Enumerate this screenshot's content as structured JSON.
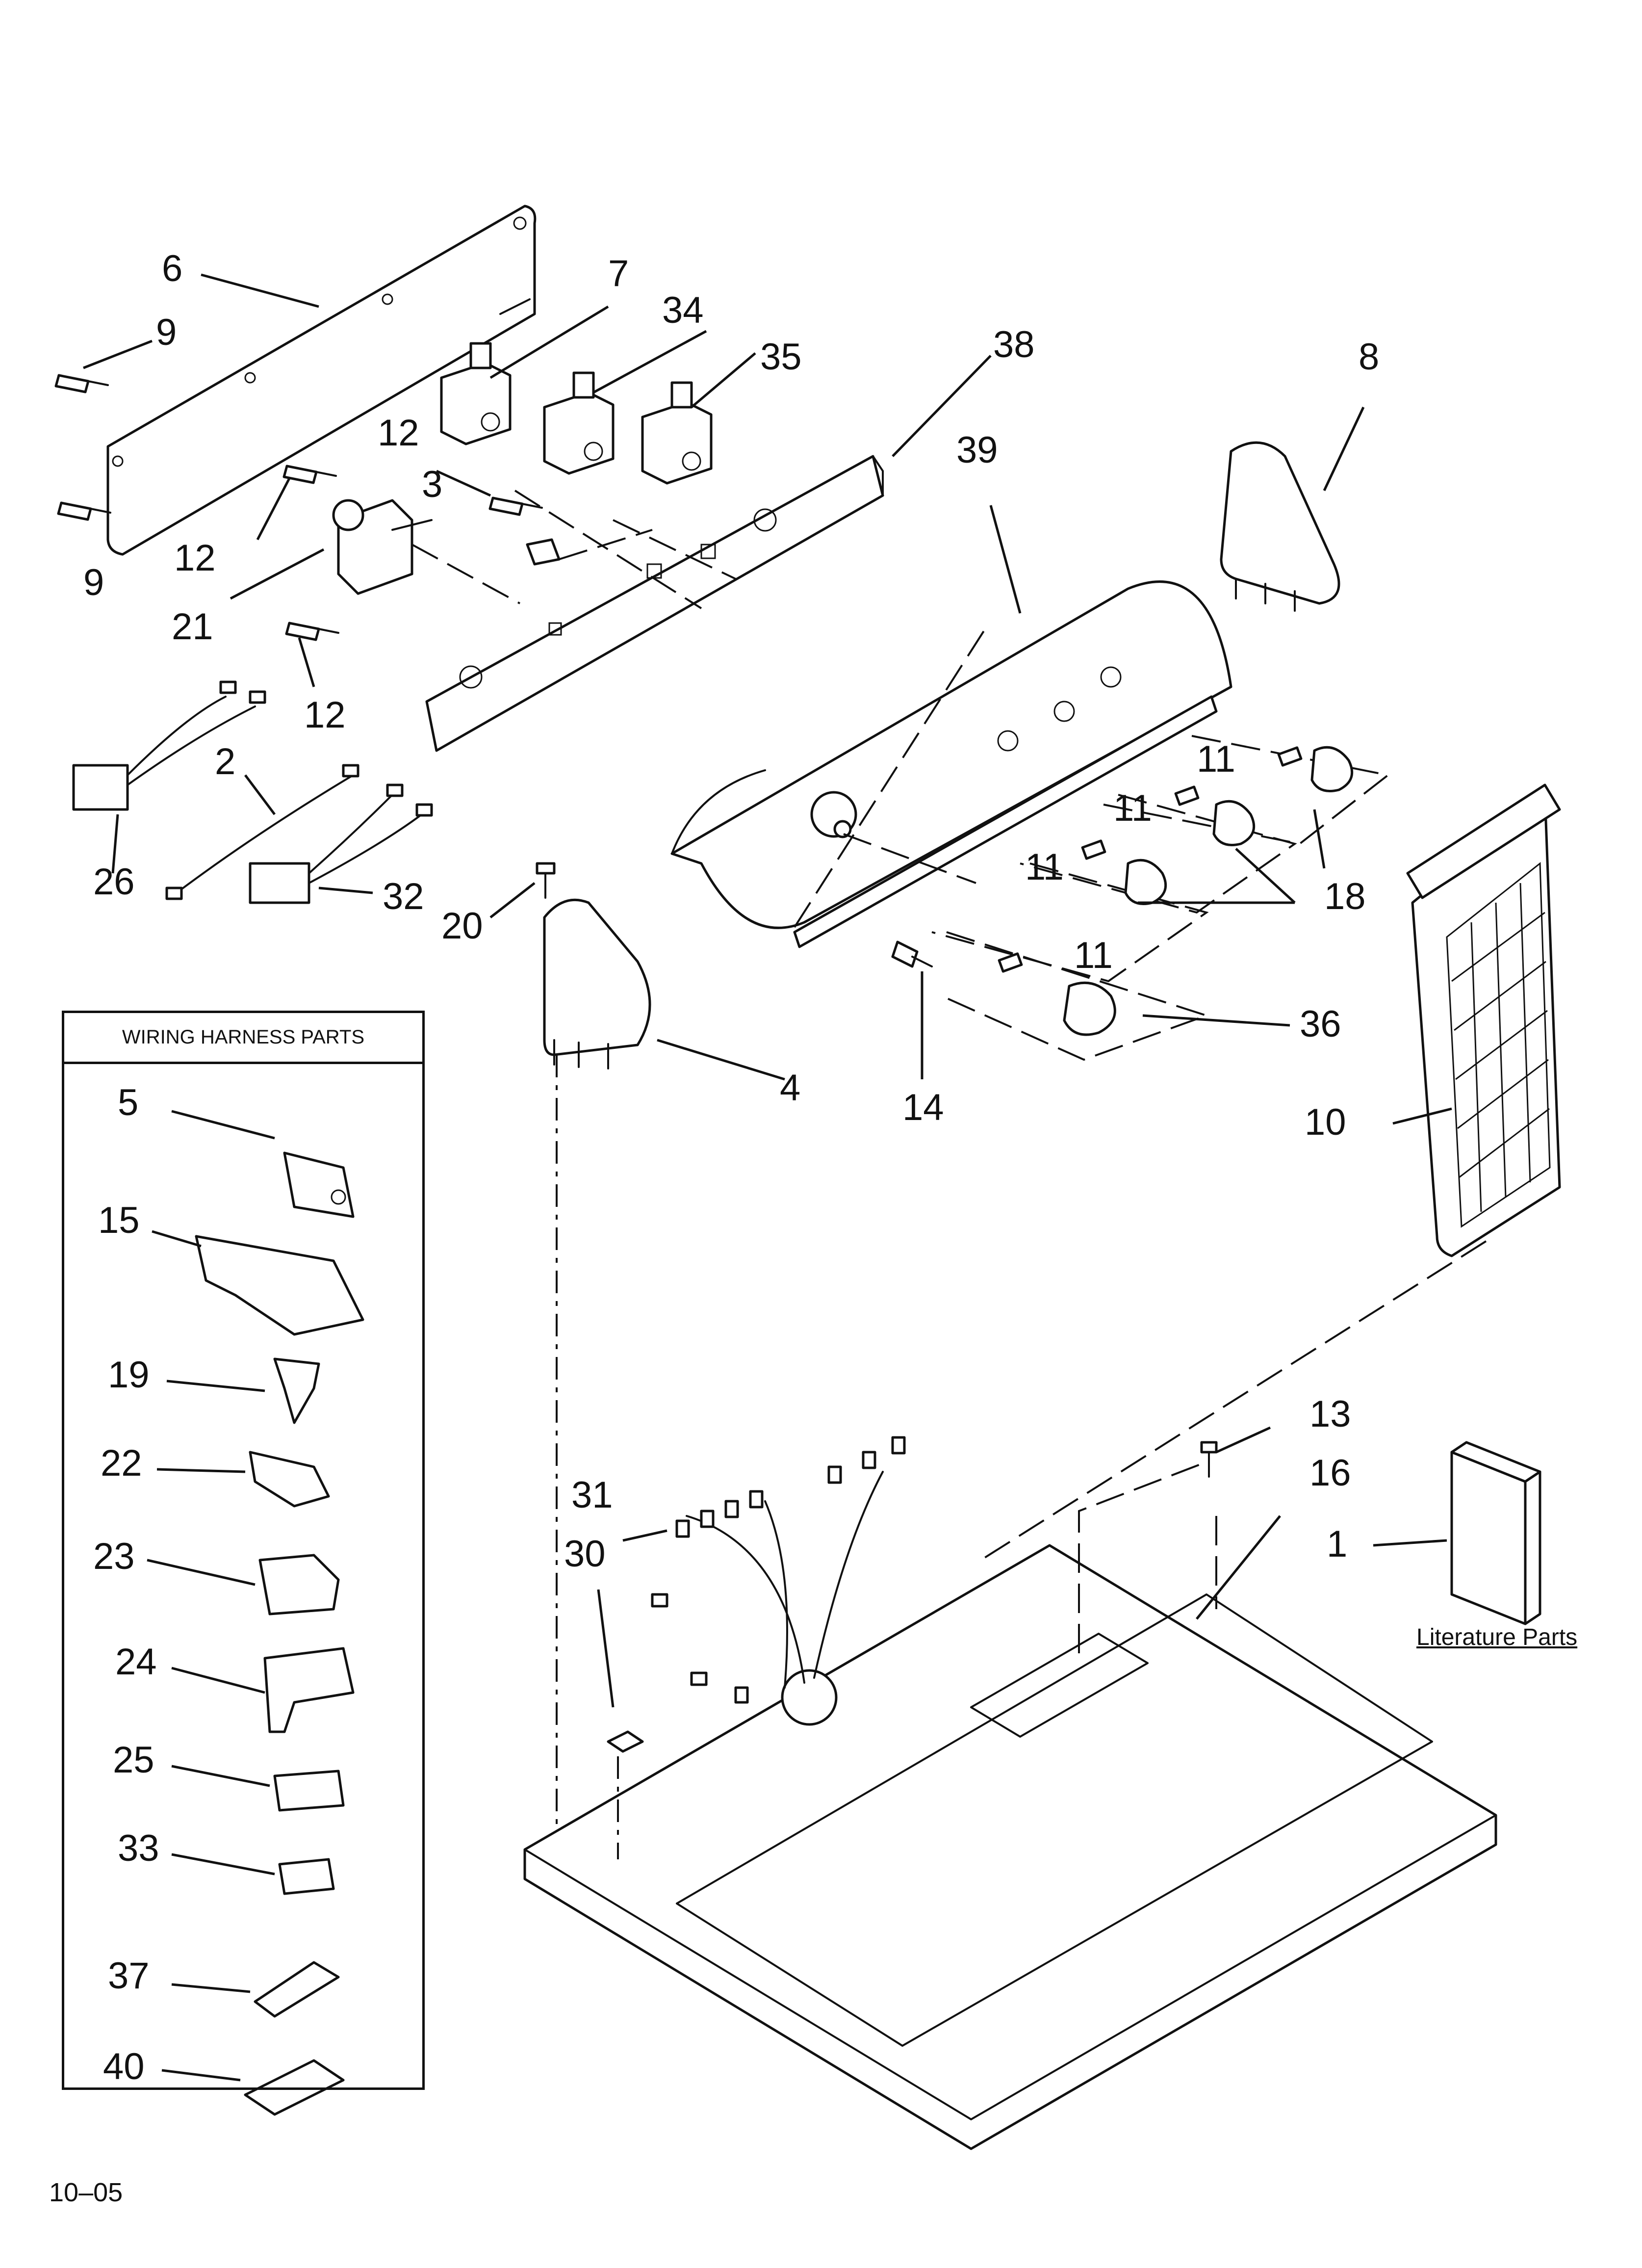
{
  "legend_title": "WIRING HARNESS PARTS",
  "literature_label": "Literature Parts",
  "footer_code": "10–05",
  "callouts": {
    "c1": "1",
    "c2": "2",
    "c3": "3",
    "c4": "4",
    "c5": "5",
    "c6": "6",
    "c7": "7",
    "c8": "8",
    "c9a": "9",
    "c9b": "9",
    "c10": "10",
    "c11a": "11",
    "c11b": "11",
    "c11c": "11",
    "c11d": "11",
    "c12a": "12",
    "c12b": "12",
    "c12c": "12",
    "c13": "13",
    "c14": "14",
    "c15": "15",
    "c16": "16",
    "c18a": "18",
    "c19": "19",
    "c20": "20",
    "c21": "21",
    "c22": "22",
    "c23": "23",
    "c24": "24",
    "c25": "25",
    "c26": "26",
    "c30": "30",
    "c31": "31",
    "c32": "32",
    "c33": "33",
    "c34": "34",
    "c35": "35",
    "c36": "36",
    "c37": "37",
    "c38": "38",
    "c39": "39",
    "c40": "40"
  }
}
